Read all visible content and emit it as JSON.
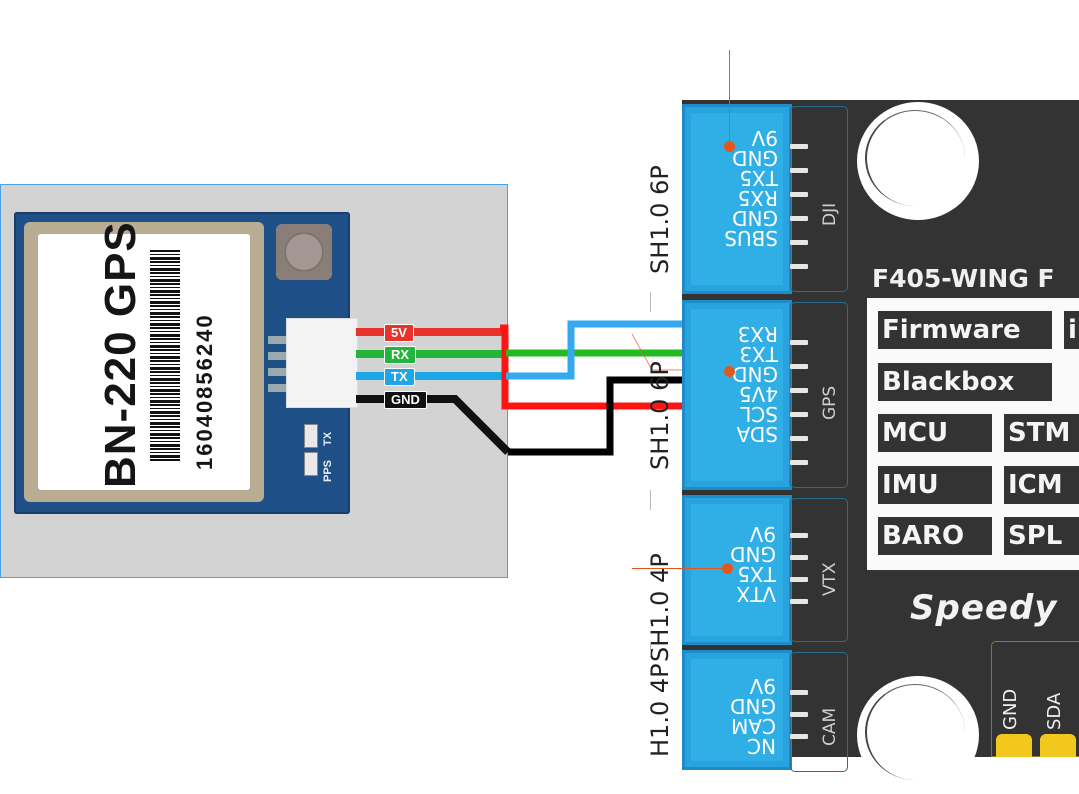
{
  "gps_module": {
    "model_label": "BN-220  GPS",
    "serial_number": "16040856240",
    "led_labels": [
      "TX",
      "PPS"
    ],
    "wires": [
      {
        "label": "5V",
        "color": "#e8322c"
      },
      {
        "label": "RX",
        "color": "#22b53a"
      },
      {
        "label": "TX",
        "color": "#1ea7e8"
      },
      {
        "label": "GND",
        "color": "#111111"
      }
    ]
  },
  "wiring": {
    "colors": {
      "red": "#ff1414",
      "green": "#22bb22",
      "blue": "#33aaf0",
      "black": "#000000"
    },
    "connections": [
      {
        "from": "5V",
        "to": "4V5",
        "color": "red"
      },
      {
        "from": "RX",
        "to": "TX3",
        "color": "green"
      },
      {
        "from": "TX",
        "to": "RX3",
        "color": "blue"
      },
      {
        "from": "GND",
        "to": "GND",
        "color": "black"
      }
    ]
  },
  "flight_controller": {
    "title": "F405-WING F",
    "brand": "Speedy",
    "connectors": [
      {
        "size": "SH1.0 6P",
        "port": "DJI",
        "pins": [
          "9V",
          "GND",
          "TX5",
          "RX5",
          "GND",
          "SBUS"
        ]
      },
      {
        "size": "SH1.0 6P",
        "port": "GPS",
        "pins": [
          "RX3",
          "TX3",
          "GND",
          "4V5",
          "SCL",
          "SDA"
        ]
      },
      {
        "size": "SH1.0 4P",
        "port": "VTX",
        "pins": [
          "9V",
          "GND",
          "TX5",
          "VTX"
        ]
      },
      {
        "size": "H1.0 4P",
        "port": "CAM",
        "pins": [
          "9V",
          "GND",
          "CAM",
          "NC"
        ]
      }
    ],
    "specs": [
      {
        "key": "Firmware",
        "value": "i"
      },
      {
        "key": "Blackbox",
        "value": ""
      },
      {
        "key": "MCU",
        "value": "STM"
      },
      {
        "key": "IMU",
        "value": "ICM"
      },
      {
        "key": "BARO",
        "value": "SPL"
      }
    ],
    "i2c_pads": [
      "GND",
      "SDA"
    ]
  },
  "accent_colors": {
    "connector": "#29a3df",
    "annotation": "#e2571f",
    "board": "#333333",
    "pad": "#f2c81c"
  }
}
